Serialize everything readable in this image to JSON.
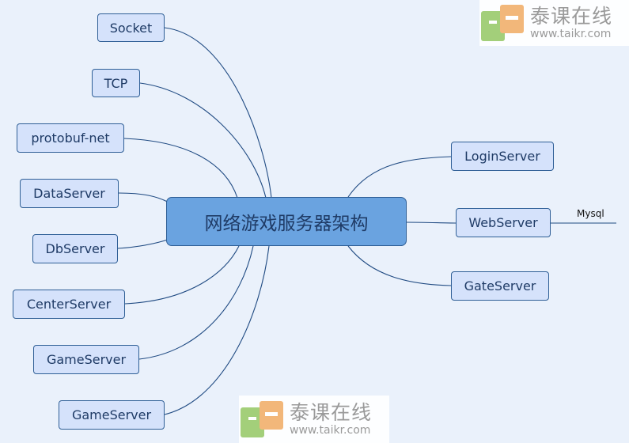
{
  "center": {
    "label": "网络游戏服务器架构"
  },
  "left_nodes": [
    {
      "label": "Socket"
    },
    {
      "label": "TCP"
    },
    {
      "label": "protobuf-net"
    },
    {
      "label": "DataServer"
    },
    {
      "label": "DbServer"
    },
    {
      "label": "CenterServer"
    },
    {
      "label": "GameServer"
    },
    {
      "label": "GameServer"
    }
  ],
  "right_nodes": [
    {
      "label": "LoginServer"
    },
    {
      "label": "WebServer",
      "child": "Mysql"
    },
    {
      "label": "GateServer"
    }
  ],
  "watermark": {
    "name": "泰课在线",
    "url": "www.taikr.com"
  },
  "colors": {
    "line": "#1f4a82",
    "node_fill": "#d5e2fb",
    "center_fill": "#6aa3e0",
    "background": "#eaf1fb"
  }
}
